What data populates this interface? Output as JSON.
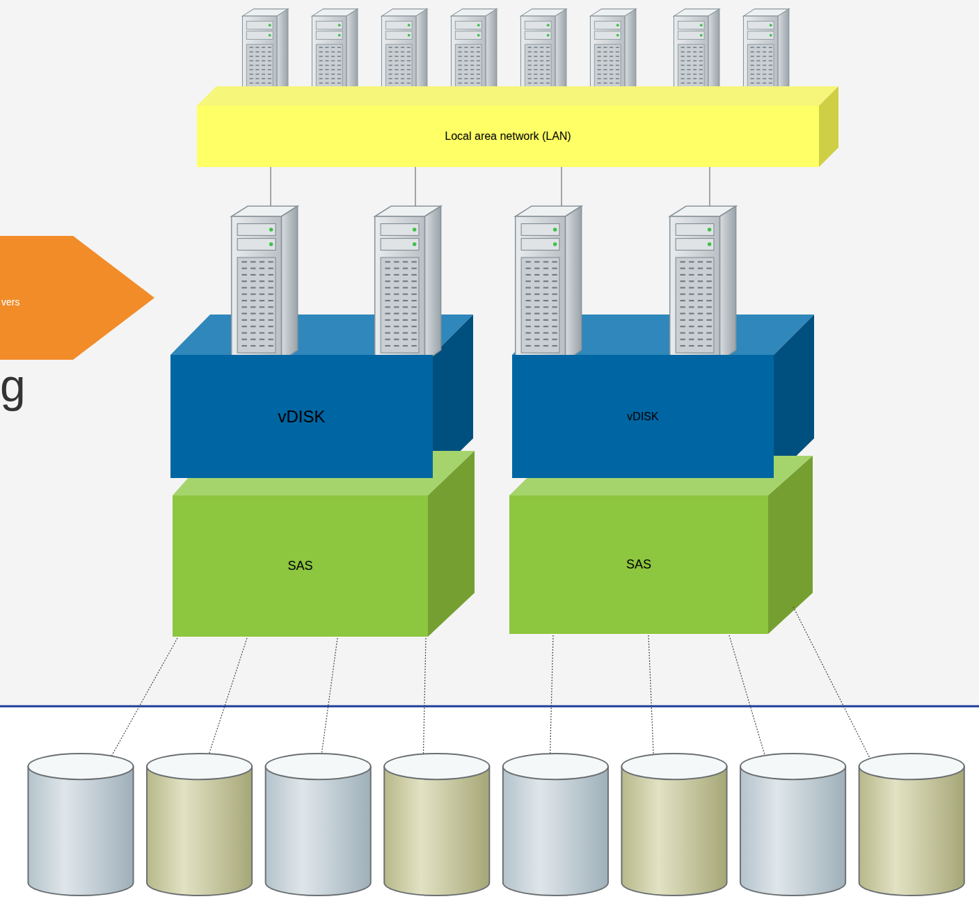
{
  "diagram": {
    "nodes": [
      {
        "text": [
          "Local area network (LAN)"
        ]
      },
      {
        "text": [
          "vers"
        ]
      },
      {
        "text": [
          "vDISK"
        ]
      },
      {
        "text": [
          "vDISK"
        ]
      },
      {
        "text": [
          "SAS"
        ]
      },
      {
        "text": [
          "SAS"
        ]
      }
    ],
    "labels": [
      "g"
    ]
  }
}
